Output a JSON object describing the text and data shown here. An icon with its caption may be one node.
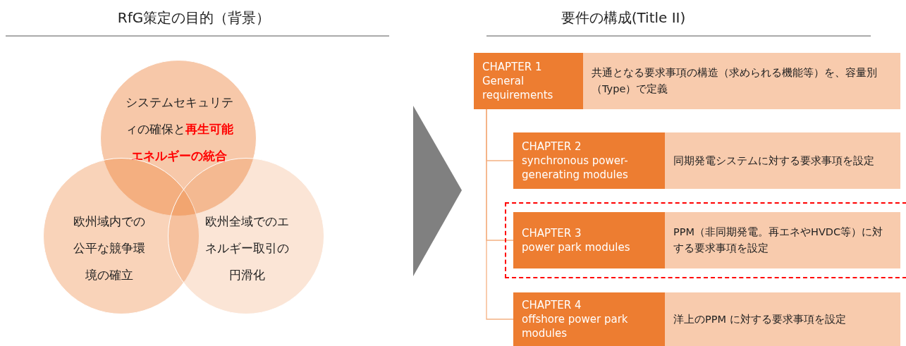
{
  "diagram": {
    "nodes": [
      {
        "text": [
          "システムセキュリティの確保と**再生可能エネルギーの統合**"
        ]
      },
      {
        "text": [
          "欧州域内での公平な競争環境の確立"
        ]
      },
      {
        "text": [
          "欧州全域でのエネルギー取引の円滑化"
        ]
      },
      {
        "text": [
          "CHAPTER 1",
          "General requirements"
        ]
      },
      {
        "text": [
          "共通となる要求事項の構造（求められる機能等）を、容量別（Type）で定義"
        ]
      },
      {
        "text": [
          "CHAPTER 2",
          "synchronous power-generating modules"
        ]
      },
      {
        "text": [
          "同期発電システムに対する要求事項を設定"
        ]
      },
      {
        "text": [],
        "shape": "box"
      },
      {
        "text": [
          "CHAPTER 3",
          "power park modules"
        ],
        "in": 7
      },
      {
        "text": [
          "PPM（非同期発電。再エネやHVDC等）に対する要求事項を設定"
        ],
        "in": 7
      },
      {
        "text": [
          "CHAPTER 4",
          "offshore power park modules"
        ]
      },
      {
        "text": [
          "洋上のPPM に対する要求事項を設定"
        ]
      }
    ],
    "edges": [
      {
        "from": 3,
        "to": 5,
        "arrow": "none"
      },
      {
        "from": 3,
        "to": 8,
        "arrow": "none"
      },
      {
        "from": 3,
        "to": 10,
        "arrow": "none"
      }
    ],
    "labels": [
      "RfG策定の目的（背景）",
      "要件の構成(Title II)"
    ]
  }
}
